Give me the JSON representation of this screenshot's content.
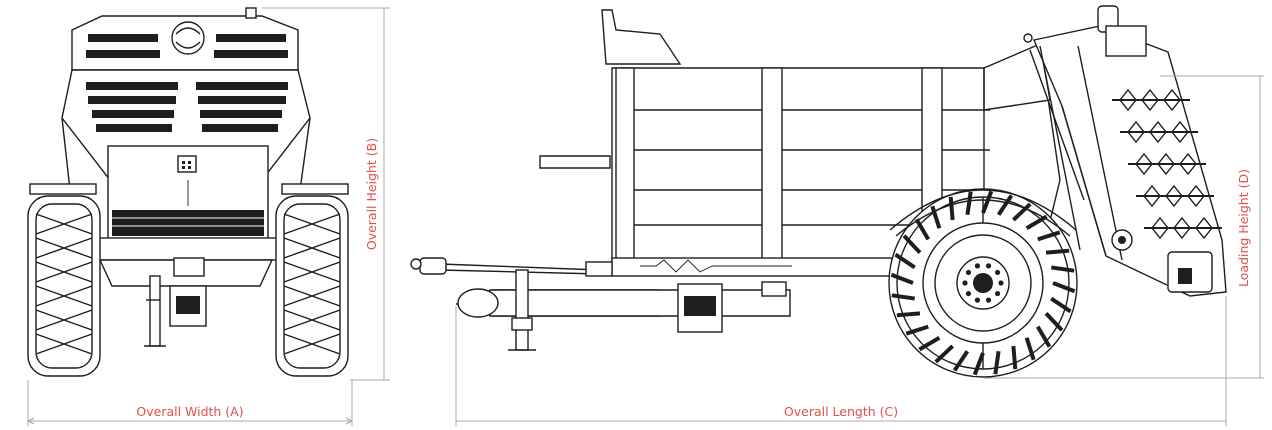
{
  "dimensions": {
    "overall_width": "Overall Width (A)",
    "overall_height": "Overall Height (B)",
    "overall_length": "Overall Length (C)",
    "loading_height": "Loading Height (D)"
  },
  "colors": {
    "label": "#e2504a",
    "dimension_line": "#a8a8a8",
    "drawing_ink": "#1e1e1e",
    "background": "#ffffff"
  }
}
